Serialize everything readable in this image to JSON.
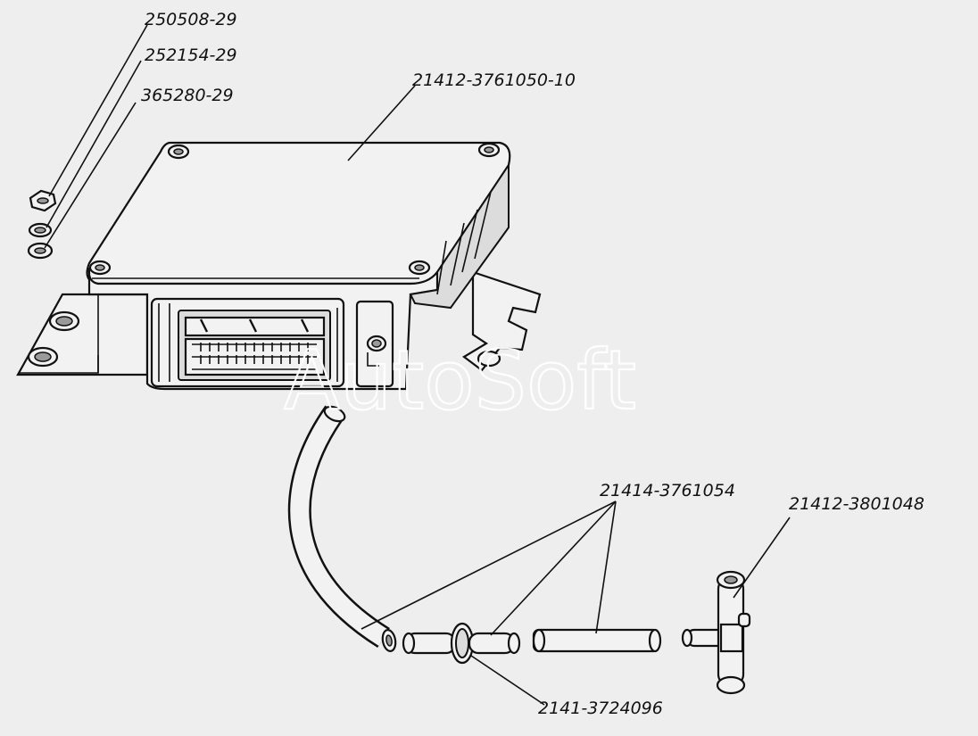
{
  "parts": {
    "nut": "250508-29",
    "lock_washer": "252154-29",
    "flat_washer": "365280-29",
    "control_unit": "21412-3761050-10",
    "hose": "21414-3761054",
    "tee": "21412-3801048",
    "connector": "2141-3724096"
  },
  "watermark": "AutoSoft"
}
